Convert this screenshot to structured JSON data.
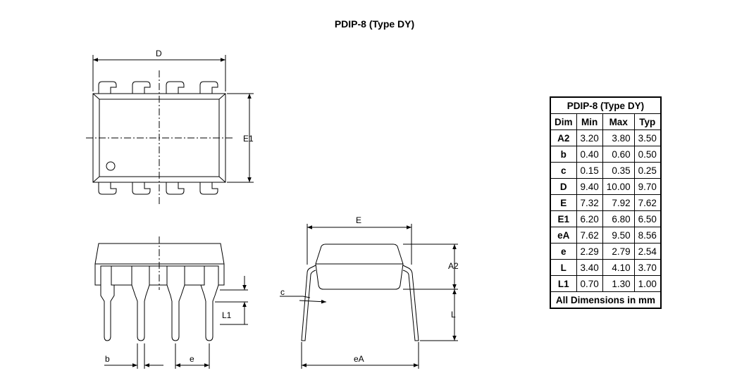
{
  "title": "PDIP-8 (Type DY)",
  "labels": {
    "D": "D",
    "E1": "E1",
    "E": "E",
    "A2": "A2",
    "c": "c",
    "L1": "L1",
    "L": "L",
    "b": "b",
    "e": "e",
    "eA": "eA"
  },
  "table": {
    "title": "PDIP-8 (Type DY)",
    "headers": [
      "Dim",
      "Min",
      "Max",
      "Typ"
    ],
    "rows": [
      [
        "A2",
        "3.20",
        "3.80",
        "3.50"
      ],
      [
        "b",
        "0.40",
        "0.60",
        "0.50"
      ],
      [
        "c",
        "0.15",
        "0.35",
        "0.25"
      ],
      [
        "D",
        "9.40",
        "10.00",
        "9.70"
      ],
      [
        "E",
        "7.32",
        "7.92",
        "7.62"
      ],
      [
        "E1",
        "6.20",
        "6.80",
        "6.50"
      ],
      [
        "eA",
        "7.62",
        "9.50",
        "8.56"
      ],
      [
        "e",
        "2.29",
        "2.79",
        "2.54"
      ],
      [
        "L",
        "3.40",
        "4.10",
        "3.70"
      ],
      [
        "L1",
        "0.70",
        "1.30",
        "1.00"
      ]
    ],
    "footer": "All Dimensions in mm"
  }
}
